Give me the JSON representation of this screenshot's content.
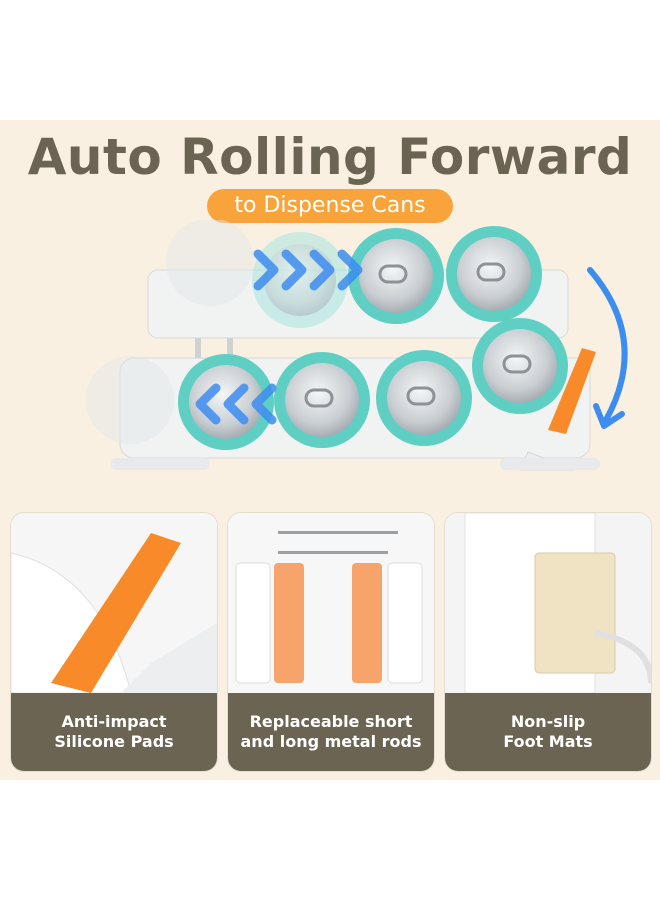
{
  "headline": {
    "title": "Auto Rolling Forward",
    "subtitle": "to Dispense Cans"
  },
  "colors": {
    "panel_background": "#f9f0e2",
    "title_text": "#6b6452",
    "subtitle_pill": "#f9a43a",
    "caption_bar": "#6b6452",
    "can_teal": "#5fcfc4",
    "arrow_blue": "#3d8df0",
    "silicone_orange": "#f88a2a"
  },
  "features": [
    {
      "line1": "Anti-impact",
      "line2": "Silicone Pads",
      "icon": "silicone-pad-closeup"
    },
    {
      "line1": "Replaceable short",
      "line2": "and long metal rods",
      "icon": "metal-rods-parts"
    },
    {
      "line1": "Non-slip",
      "line2": "Foot Mats",
      "icon": "foot-mat-closeup"
    }
  ]
}
